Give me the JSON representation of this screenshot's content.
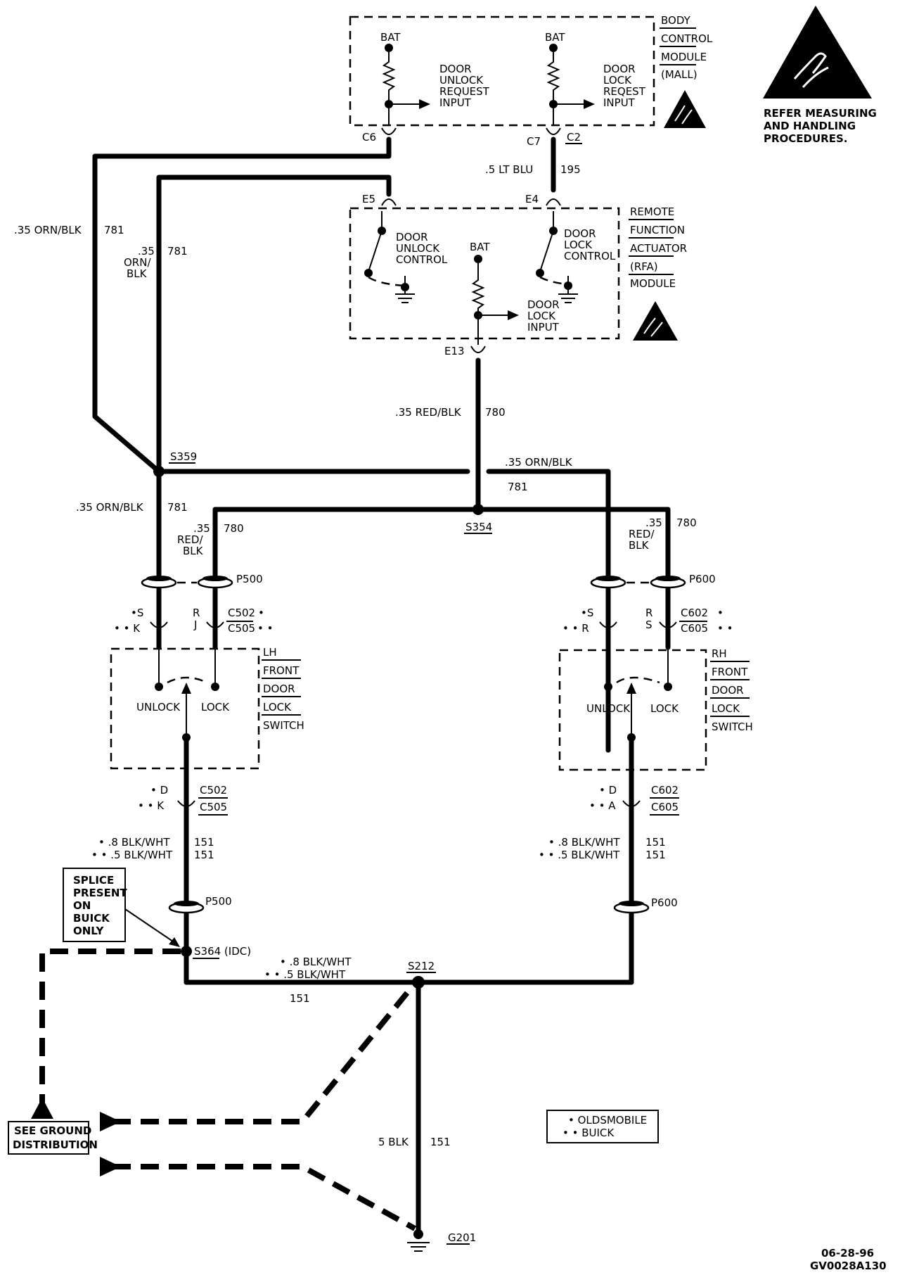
{
  "bcm": {
    "title_lines": [
      "BODY",
      "CONTROL",
      "MODULE",
      "(MALL)"
    ],
    "bat_left": "BAT",
    "bat_right": "BAT",
    "unlock_input": [
      "DOOR",
      "UNLOCK",
      "REQUEST",
      "INPUT"
    ],
    "lock_input": [
      "DOOR",
      "LOCK",
      "REQEST",
      "INPUT"
    ],
    "pin_c6": "C6",
    "pin_c7": "C7",
    "pin_c2": "C2"
  },
  "esd_note": [
    "REFER MEASURING",
    "AND HANDLING",
    "PROCEDURES."
  ],
  "rfa": {
    "title_lines": [
      "REMOTE",
      "FUNCTION",
      "ACTUATOR",
      "(RFA)",
      "MODULE"
    ],
    "pin_e5": "E5",
    "pin_e4": "E4",
    "pin_e13": "E13",
    "unlock_control": [
      "DOOR",
      "UNLOCK",
      "CONTROL"
    ],
    "lock_control": [
      "DOOR",
      "LOCK",
      "CONTROL"
    ],
    "bat": "BAT",
    "lock_input": [
      "DOOR",
      "LOCK",
      "INPUT"
    ]
  },
  "wires": {
    "w195_color": ".5 LT BLU",
    "w195_num": "195",
    "w781_left_color": ".35 ORN/BLK",
    "w781_left_num": "781",
    "w781_inner_color": [
      ".35",
      "ORN/",
      "BLK"
    ],
    "w781_inner_num": "781",
    "w780_color": ".35 RED/BLK",
    "w780_num": "780",
    "w781_right_color": ".35 ORN/BLK",
    "w781_right_num": "781",
    "w781_lh_color": ".35 ORN/BLK",
    "w781_lh_num": "781",
    "w780_lh_color": [
      ".35",
      "RED/",
      "BLK"
    ],
    "w780_lh_num": "780",
    "w780_rh_color": [
      ".35",
      "RED/",
      "BLK"
    ],
    "w780_rh_num": "780",
    "w151_lh_a": "• .8 BLK/WHT",
    "w151_lh_b": "• • .5 BLK/WHT",
    "w151_lh_num_a": "151",
    "w151_lh_num_b": "151",
    "w151_rh_a": "• .8 BLK/WHT",
    "w151_rh_b": "• • .5 BLK/WHT",
    "w151_rh_num_a": "151",
    "w151_rh_num_b": "151",
    "w151_bottom_a": "• .8 BLK/WHT",
    "w151_bottom_b": "• • .5 BLK/WHT",
    "w151_bottom_num": "151",
    "w151_ground_color": "5 BLK",
    "w151_ground_num": "151"
  },
  "splices": {
    "s359": "S359",
    "s354": "S354",
    "s364": "S364 (IDC)",
    "s212": "S212"
  },
  "lh": {
    "p500_top": "P500",
    "pin_s": "•S",
    "pin_k": "• • K",
    "pin_r": "R",
    "pin_j": "J",
    "c502": "C502",
    "c502_mark": "•",
    "c505": "C505",
    "c505_mark": "• •",
    "switch_title": [
      "LH",
      "FRONT",
      "DOOR",
      "LOCK",
      "SWITCH"
    ],
    "unlock": "UNLOCK",
    "lock": "LOCK",
    "pin_d": "• D",
    "pin_k2": "• • K",
    "c502_b": "C502",
    "c505_b": "C505",
    "p500_bottom": "P500"
  },
  "rh": {
    "p600_top": "P600",
    "pin_s": "•S",
    "pin_r": "• • R",
    "pin_r2": "R",
    "pin_s2": "S",
    "c602": "C602",
    "c602_mark": "•",
    "c605": "C605",
    "c605_mark": "• •",
    "switch_title": [
      "RH",
      "FRONT",
      "DOOR",
      "LOCK",
      "SWITCH"
    ],
    "unlock": "UNLOCK",
    "lock": "LOCK",
    "pin_d": "• D",
    "pin_a": "• • A",
    "c602_b": "C602",
    "c605_b": "C605",
    "p600_bottom": "P600"
  },
  "splice_note": [
    "SPLICE",
    "PRESENT",
    "ON",
    "BUICK",
    "ONLY"
  ],
  "ground_note": [
    "SEE GROUND",
    "DISTRIBUTION"
  ],
  "ground": "G201",
  "legend": [
    "• OLDSMOBILE",
    "• • BUICK"
  ],
  "footer": [
    "06-28-96",
    "GV0028A130"
  ]
}
